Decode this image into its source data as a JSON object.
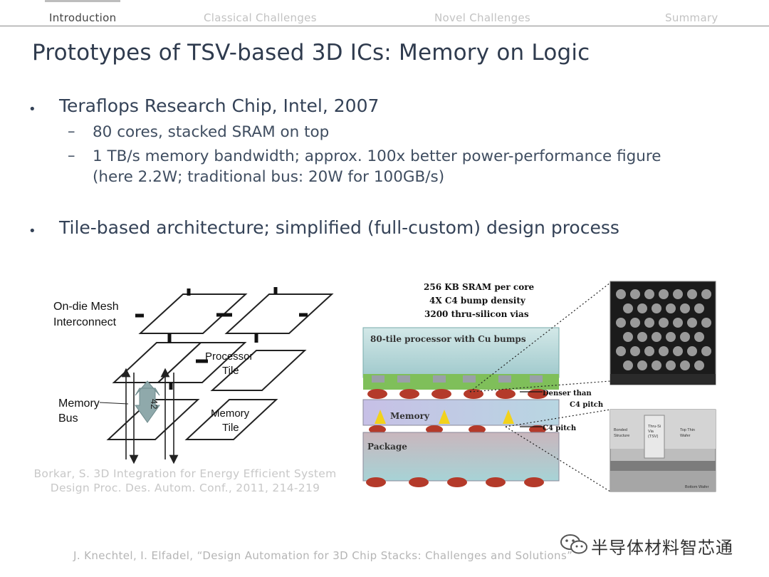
{
  "nav": {
    "tabs": [
      {
        "label": "Introduction",
        "active": true
      },
      {
        "label": "Classical Challenges",
        "active": false
      },
      {
        "label": "Novel Challenges",
        "active": false
      },
      {
        "label": "Summary",
        "active": false
      }
    ]
  },
  "title": "Prototypes of TSV-based 3D ICs: Memory on Logic",
  "bullets": [
    {
      "text": "Teraflops Research Chip, Intel, 2007",
      "subs": [
        {
          "lines": [
            "80 cores, stacked SRAM on top"
          ]
        },
        {
          "lines": [
            "1 TB/s memory bandwidth; approx. 100x better power-performance figure",
            "(here 2.2W; traditional bus: 20W for 100GB/s)"
          ]
        }
      ]
    },
    {
      "text": "Tile-based architecture; simplified (full-custom) design process",
      "subs": []
    }
  ],
  "left_figure": {
    "label_mesh_1": "On-die Mesh",
    "label_mesh_2": "Interconnect",
    "label_proc_1": "Processor",
    "label_proc_2": "Tile",
    "label_bus_1": "Memory",
    "label_bus_2": "Bus",
    "label_mem_1": "Memory",
    "label_mem_2": "Tile",
    "bus_number": "42"
  },
  "right_figure": {
    "spec_1": "256 KB SRAM per core",
    "spec_2": "4X C4 bump density",
    "spec_3": "3200 thru-silicon vias",
    "processor": "80-tile processor with Cu bumps",
    "memory": "Memory",
    "package": "Package",
    "denser_1": "Denser than",
    "denser_2": "C4 pitch",
    "c4": "C4 pitch",
    "sem_1": "Bonded",
    "sem_2": "Structure",
    "sem_3": "Thru-Si",
    "sem_4": "Via",
    "sem_5": "(TSV)",
    "sem_6": "Top Thin",
    "sem_7": "Wafer",
    "sem_8": "Bottom Wafer"
  },
  "citation": {
    "line1": "Borkar, S. 3D Integration for Energy Efficient System",
    "line2": "Design Proc. Des. Autom. Conf., 2011, 214-219"
  },
  "footer": "J. Knechtel, I. Elfadel, “Design Automation for 3D Chip Stacks: Challenges and Solutions”",
  "watermark": "半导体材料智芯通"
}
